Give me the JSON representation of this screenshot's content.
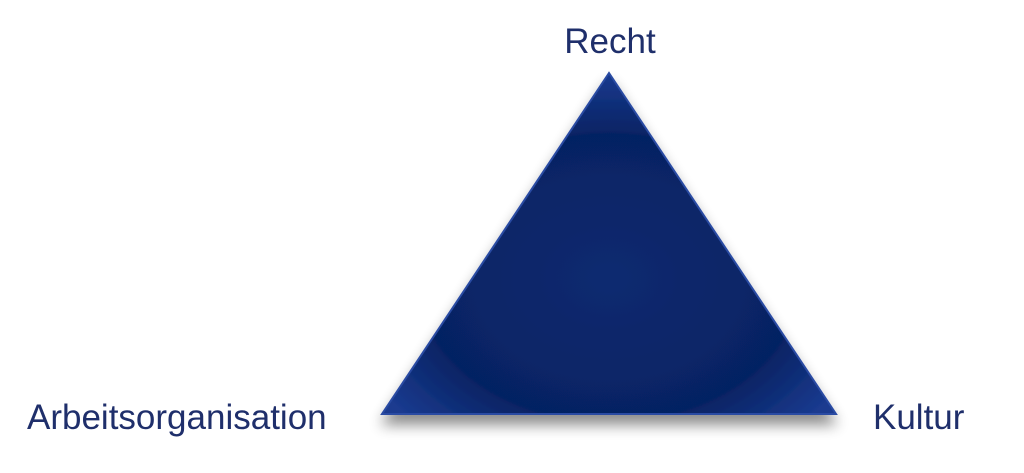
{
  "diagram": {
    "labels": {
      "top": "Recht",
      "left": "Arbeitsorganisation",
      "right": "Kultur"
    },
    "colors": {
      "triangle_fill": "#08246a",
      "triangle_edge": "#2a4ba3",
      "label_text": "#1f2f6b"
    }
  }
}
